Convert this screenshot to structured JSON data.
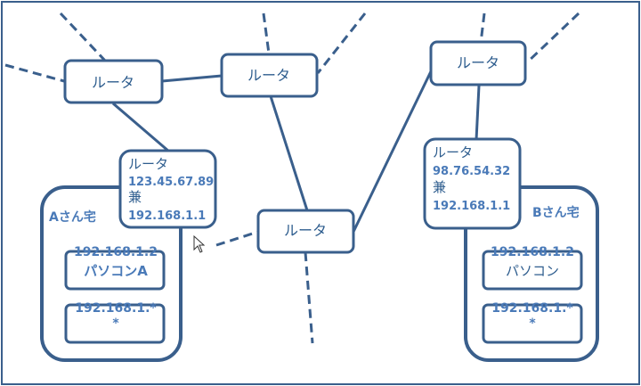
{
  "colors": {
    "stroke": "#3a5f8c",
    "text": "#2e5d8e",
    "ip_text": "#4a7ab8",
    "frame": "#3a5f8c",
    "background": "#ffffff"
  },
  "routers": {
    "top_left": "ルータ",
    "top_center": "ルータ",
    "top_right": "ルータ",
    "center": "ルータ"
  },
  "gateway_a": {
    "label": "ルータ",
    "wan_ip": "123.45.67.89",
    "and": "兼",
    "lan_ip": "192.168.1.1"
  },
  "gateway_b": {
    "label": "ルータ",
    "wan_ip": "98.76.54.32",
    "and": "兼",
    "lan_ip": "192.168.1.1"
  },
  "home_a": {
    "title": "Aさん宅",
    "pc1_ip": "192.168.1.2",
    "pc1_name": "パソコンA",
    "pc2_ip": "192.168.1.*",
    "pc2_sub": "*"
  },
  "home_b": {
    "title": "Bさん宅",
    "pc1_ip": "192.168.1.2",
    "pc1_name": "パソコン",
    "pc2_ip": "192.168.1.*",
    "pc2_sub": "*"
  },
  "icons": {
    "cursor": "mouse-pointer-icon"
  }
}
